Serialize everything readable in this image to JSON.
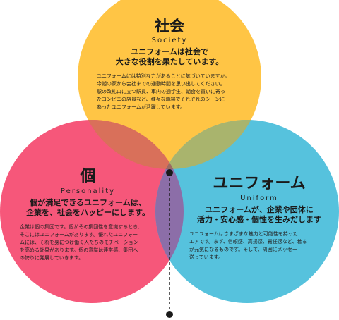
{
  "colors": {
    "society": "#ffc545",
    "personality": "#f6577a",
    "uniform": "#56c2dd",
    "overlap_ps": "#d9705a",
    "overlap_su": "#a9b46d",
    "overlap_pu": "#8c6ea8",
    "overlap_all": "#9c6a62",
    "line": "#1a1a1a"
  },
  "society": {
    "title": "社会",
    "roman": "Society",
    "lead_1": "ユニフォームは社会で",
    "lead_2": "大きな役割を果たしています。",
    "body_1": "ユニフォームには特別な力があることに気づいていますか。",
    "body_2": "今朝の家から会社までの通勤時間を思い出してください。",
    "body_3": "駅の改札口に立つ駅員、車内の通学生、朝食を買いに寄っ",
    "body_4": "たコンビニの店員など、様々な職場でそれぞれのシーンに",
    "body_5": "あったユニフォームが活躍しています。"
  },
  "personality": {
    "title": "個",
    "roman": "Personality",
    "lead_1": "個が満足できるユニフォームは、",
    "lead_2": "企業を、社会をハッピーにします。",
    "body_1": "企業は個の集団です。個がその集団性を意識するとき、",
    "body_2": "そこにはユニフォームがあります。優れたユニフォー",
    "body_3": "ムには、それを身につけ働く人たちのモチベーション",
    "body_4": "を高める効果があります。個の意識は連帯感、集団へ",
    "body_5": "の誇りに発展していきます。"
  },
  "uniform": {
    "title": "ユニフォーム",
    "roman": "Uniform",
    "lead_1": "ユニフォームが、企業や団体に",
    "lead_2": "活力・安心感・個性を生みだします",
    "body_1": "ユニフォームはさまざまな魅力と可能性を持った",
    "body_2": "エアです。まず、信頼感、高揚感、責任感など、着る",
    "body_3": "が元気になるものです。そして、周囲にメッセー",
    "body_4": "送っています。"
  }
}
